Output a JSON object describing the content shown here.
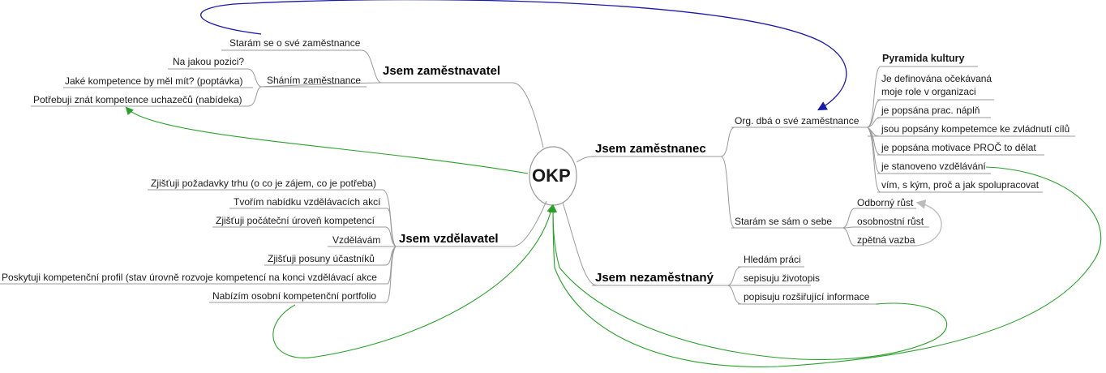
{
  "center": {
    "label": "OKP"
  },
  "branches": {
    "employer": {
      "title": "Jsem zaměstnavatel",
      "care": "Starám se o své zaměstnance",
      "hiring": "Sháním zaměstnance",
      "hiring_children": [
        "Na jakou pozici?",
        "Jaké kompetence by měl mít? (poptávka)",
        "Potřebuji znát kompetence uchazečů (nabídeka)"
      ]
    },
    "educator": {
      "title": "Jsem vzdělavatel",
      "items": [
        "Zjišťuji požadavky trhu (o co je zájem, co je potřeba)",
        "Tvořím nabídku vzdělávacích akcí",
        "Zjišťuji počáteční úroveň kompetencí",
        "Vzdělávám",
        "Zjišťuji posuny účastníků",
        "Poskytuji kompetenční profil (stav úrovně rozvoje kompetencí na konci vzdělávací akce",
        "Nabízím osobní kompetenční portfolio"
      ]
    },
    "employee": {
      "title": "Jsem zaměstnanec",
      "org_care": "Org. dbá o své zaměstnance",
      "pyramid_title": "Pyramida kultury",
      "pyramid_items": [
        [
          "Je definována očekávaná",
          "moje role v organizaci"
        ],
        [
          "je popsána prac. náplň"
        ],
        [
          "jsou popsány kompetemce ke zvládnutí cílů"
        ],
        [
          "je popsána motivace PROČ to dělat"
        ],
        [
          "je stanoveno vzdělávání"
        ],
        [
          "vím, s kým, proč a jak spolupracovat"
        ]
      ],
      "self_care": "Starám se sám o sebe",
      "self_items": [
        "Odborný růst",
        "osobnostní růst",
        "zpětná vazba"
      ]
    },
    "unemployed": {
      "title": "Jsem nezaměstnaný",
      "items": [
        "Hledám práci",
        "sepisuju životopis",
        "popisuju rozšiřující informace"
      ]
    }
  },
  "colors": {
    "line": "#999999",
    "blue": "#1a1aaa",
    "green": "#2aa02a",
    "gray_arrow": "#bbbbbb"
  }
}
